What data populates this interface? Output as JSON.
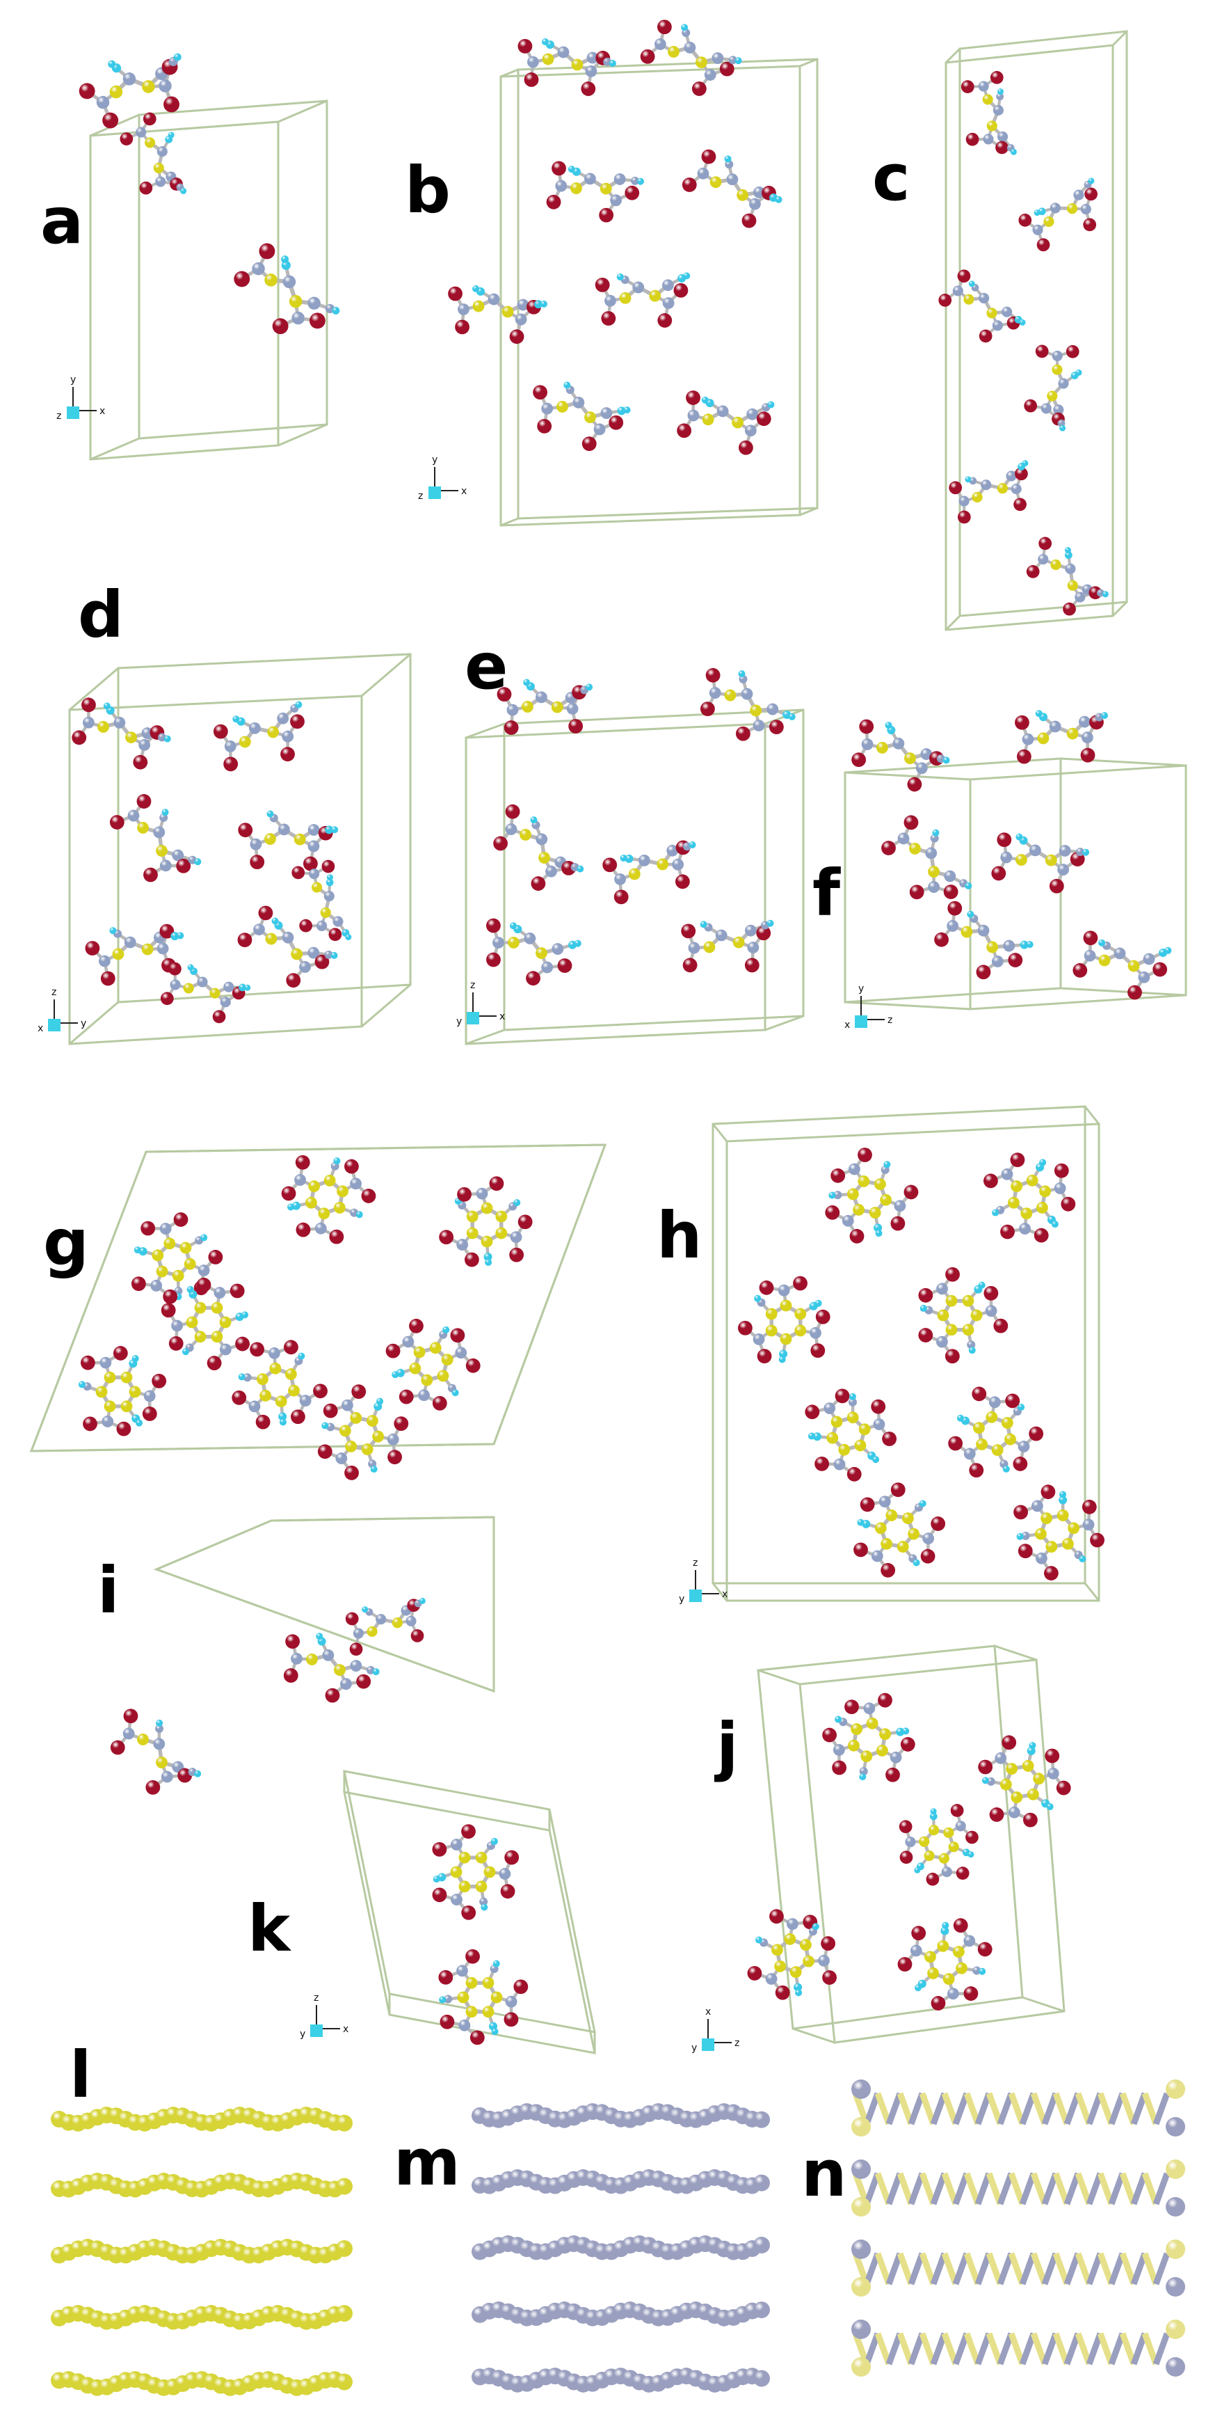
{
  "figure": {
    "panels": [
      {
        "id": "a",
        "label": "a",
        "axes": {
          "horizontal": "x",
          "vertical": "y",
          "depth": "z"
        }
      },
      {
        "id": "b",
        "label": "b",
        "axes": {
          "horizontal": "x",
          "vertical": "y",
          "depth": "z"
        }
      },
      {
        "id": "c",
        "label": "c"
      },
      {
        "id": "d",
        "label": "d",
        "axes": {
          "horizontal": "y",
          "vertical": "z",
          "depth": "x"
        }
      },
      {
        "id": "e",
        "label": "e",
        "axes": {
          "horizontal": "x",
          "vertical": "z",
          "depth": "y"
        }
      },
      {
        "id": "f",
        "label": "f",
        "axes": {
          "horizontal": "z",
          "vertical": "y",
          "depth": "x"
        }
      },
      {
        "id": "g",
        "label": "g"
      },
      {
        "id": "h",
        "label": "h",
        "axes": {
          "horizontal": "x",
          "vertical": "z",
          "depth": "y"
        }
      },
      {
        "id": "i",
        "label": "i"
      },
      {
        "id": "j",
        "label": "j",
        "axes": {
          "horizontal": "z",
          "vertical": "x",
          "depth": "y"
        }
      },
      {
        "id": "k",
        "label": "k",
        "axes": {
          "horizontal": "x",
          "vertical": "z",
          "depth": "y"
        }
      },
      {
        "id": "l",
        "label": "l"
      },
      {
        "id": "m",
        "label": "m"
      },
      {
        "id": "n",
        "label": "n"
      }
    ],
    "atom_colors": {
      "oxygen": "#a0102a",
      "carbon": "#8fa0c4",
      "yellow": "#d9d21a",
      "hydrogen": "#39c9e8",
      "bond": "#b8b8b8",
      "cell_edge": "#b7c9a1",
      "layer_yellow": "#d6d437",
      "layer_gray": "#9a9fbf",
      "layer_pale_yellow": "#e6e08a"
    }
  }
}
